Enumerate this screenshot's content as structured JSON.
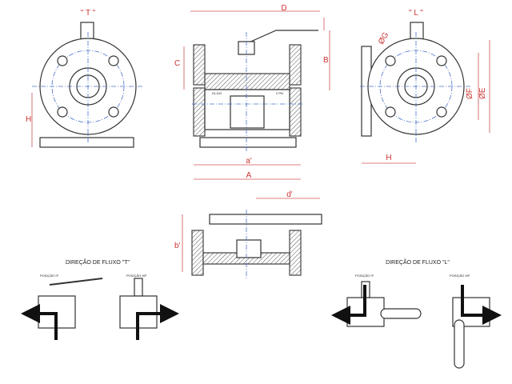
{
  "views": {
    "t_label": "\" T \"",
    "l_label": "\" L \""
  },
  "dimensions": {
    "D": "D",
    "C": "C",
    "B": "B",
    "H_left": "H",
    "a_prime": "a'",
    "A": "A",
    "G": "ØG",
    "F": "ØF",
    "E": "ØE",
    "H_right": "H",
    "d_prime": "d'",
    "b_prime": "b'"
  },
  "body_marks": {
    "left": "DL100",
    "right": "2 PN"
  },
  "flow": {
    "t_title": "DIREÇÃO DE FLUXO \"T\"",
    "l_title": "DIREÇÃO DE FLUXO \"L\"",
    "t_pos_0": "POSIÇÃO 0º",
    "t_pos_90": "POSIÇÃO 90º",
    "l_pos_0": "POSIÇÃO 0º",
    "l_pos_90": "POSIÇÃO 90º"
  },
  "colors": {
    "dimension": "#cc3333",
    "centerline": "#4a72c8",
    "outline": "#333333"
  }
}
